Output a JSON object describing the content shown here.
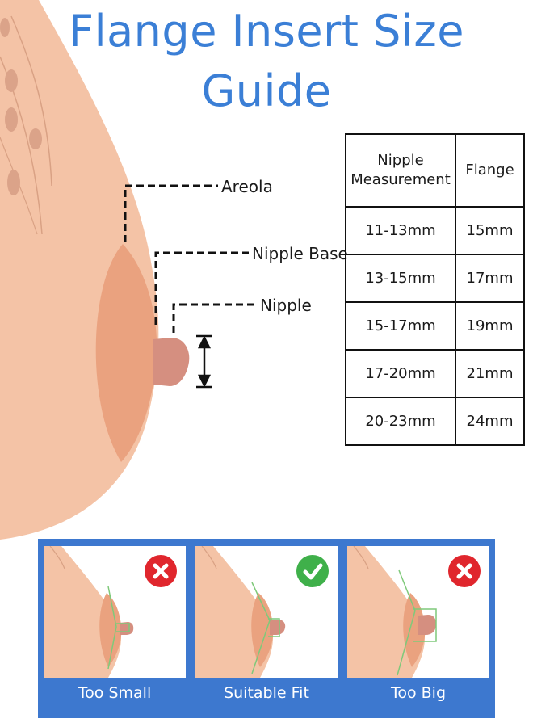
{
  "title": "Flange Insert Size Guide",
  "labels": {
    "areola": "Areola",
    "nipple_base": "Nipple Base",
    "nipple": "Nipple"
  },
  "table": {
    "header": {
      "col1_line1": "Nipple",
      "col1_line2": "Measurement",
      "col2": "Flange"
    },
    "rows": [
      {
        "measurement": "11-13mm",
        "flange": "15mm"
      },
      {
        "measurement": "13-15mm",
        "flange": "17mm"
      },
      {
        "measurement": "15-17mm",
        "flange": "19mm"
      },
      {
        "measurement": "17-20mm",
        "flange": "21mm"
      },
      {
        "measurement": "20-23mm",
        "flange": "24mm"
      }
    ]
  },
  "fit_examples": [
    {
      "caption": "Too Small",
      "status": "incorrect",
      "icon": "red-x-icon"
    },
    {
      "caption": "Suitable Fit",
      "status": "correct",
      "icon": "green-check-icon"
    },
    {
      "caption": "Too Big",
      "status": "incorrect",
      "icon": "red-x-icon"
    }
  ],
  "colors": {
    "title": "#3b7fd6",
    "panel": "#3d78cf",
    "skin": "#f4c3a6",
    "areola": "#eaa27f",
    "nipple": "#d58f80",
    "incorrect": "#e0262d",
    "correct": "#3fb04a"
  }
}
